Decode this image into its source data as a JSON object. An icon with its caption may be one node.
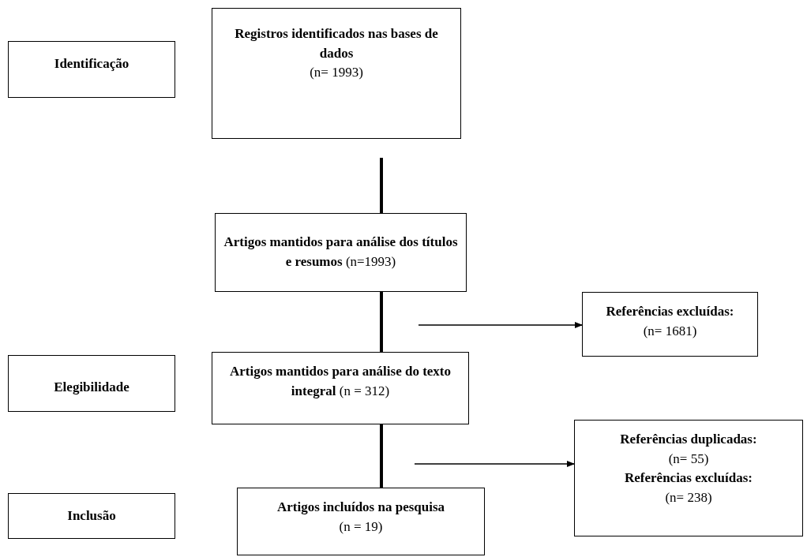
{
  "diagram": {
    "nodes": [
      {
        "text": [
          "Identificação"
        ]
      },
      {
        "text": [
          "Registros identificados nas bases de dados",
          "(n= 1993)"
        ]
      },
      {
        "text": [
          "**Artigos mantidos para análise dos títulos e resumos** (n=1993)"
        ]
      },
      {
        "text": [
          "Referências excluídas:",
          "(n= 1681)"
        ]
      },
      {
        "text": [
          "Elegibilidade"
        ]
      },
      {
        "text": [
          "**Artigos mantidos para análise do texto integral** (n = 312)"
        ]
      },
      {
        "text": [
          "Referências duplicadas:",
          "(n= 55)",
          "Referências excluídas:",
          "(n= 238)"
        ]
      },
      {
        "text": [
          "Inclusão"
        ]
      },
      {
        "text": [
          "Artigos incluídos na pesquisa",
          "(n = 19)"
        ]
      }
    ],
    "edges": [
      {
        "from": 1,
        "to": 2,
        "arrow": "none"
      },
      {
        "from": 2,
        "to": 5,
        "arrow": "none"
      },
      {
        "from": 5,
        "to": 8,
        "arrow": "none"
      },
      {
        "from": null,
        "to": 3,
        "arrow": "to"
      },
      {
        "from": null,
        "to": 6,
        "arrow": "to"
      }
    ]
  }
}
